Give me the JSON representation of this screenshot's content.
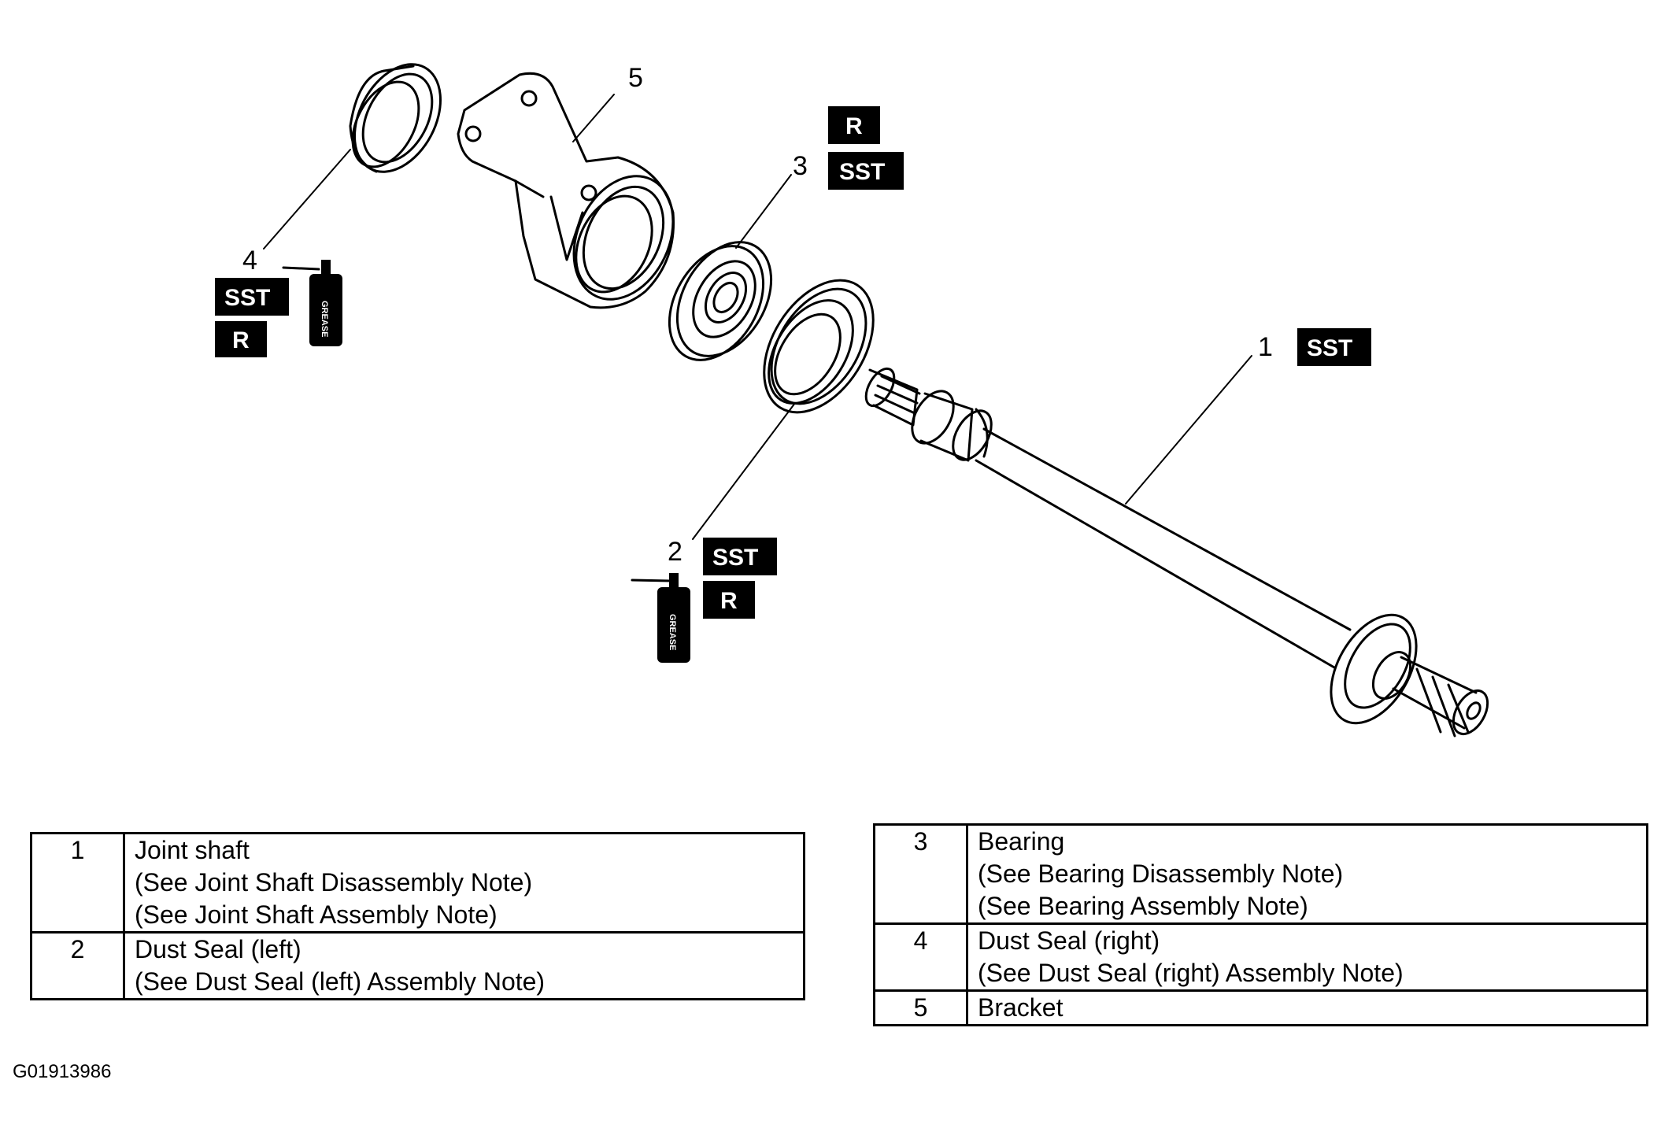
{
  "diagram": {
    "callouts": {
      "c1": "1",
      "c2": "2",
      "c3": "3",
      "c4": "4",
      "c5": "5"
    },
    "tags": {
      "sst": "SST",
      "r": "R",
      "grease": "GREASE"
    }
  },
  "legend_left": [
    {
      "num": "1",
      "lines": [
        "Joint shaft",
        "(See  Joint Shaft Disassembly Note)",
        "(See  Joint Shaft Assembly Note)"
      ]
    },
    {
      "num": "2",
      "lines": [
        "Dust Seal (left)",
        "(See  Dust Seal (left) Assembly Note)"
      ]
    }
  ],
  "legend_right": [
    {
      "num": "3",
      "lines": [
        "Bearing",
        "(See  Bearing Disassembly Note)",
        "(See  Bearing Assembly Note)"
      ]
    },
    {
      "num": "4",
      "lines": [
        "Dust Seal (right)",
        "(See  Dust Seal (right) Assembly Note)"
      ]
    },
    {
      "num": "5",
      "lines": [
        "Bracket"
      ]
    }
  ],
  "figure_id": "G01913986"
}
